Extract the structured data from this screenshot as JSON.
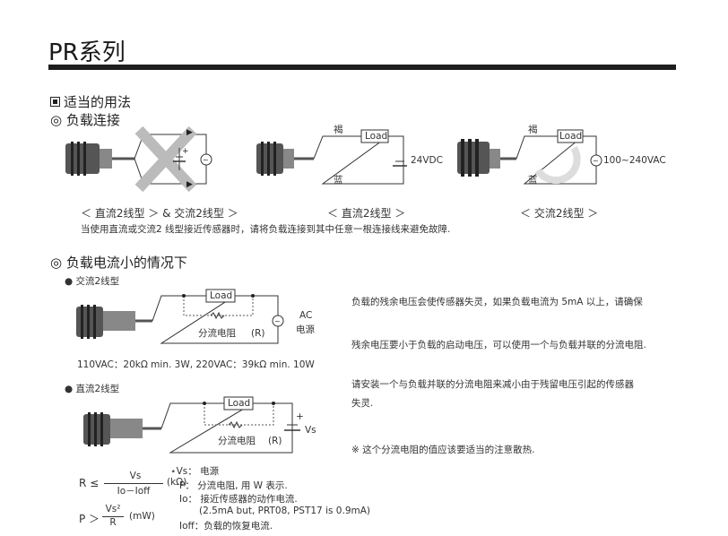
{
  "header": {
    "title": "PR系列"
  },
  "section1": {
    "heading": "适当的用法",
    "subheading": "负载连接",
    "diagram_labels": {
      "brown": "褐",
      "blue": "蓝",
      "load": "Load",
      "dc_supply": "24VDC",
      "ac_supply": "100~240VAC"
    },
    "captions": {
      "caption1_a": "＜ 直流2线型 ＞",
      "amp": "&",
      "caption1_b": "交流2线型 ＞",
      "caption2": "＜ 直流2线型 ＞",
      "caption3": "＜ 交流2线型 ＞"
    },
    "note": "当使用直流或交流2 线型接近传感器时，请将负载连接到其中任意一根连接线来避免故障."
  },
  "section2": {
    "heading": "负载电流小的情况下",
    "ac_title": "交流2线型",
    "ac_labels": {
      "load": "Load",
      "shunt": "分流电阻",
      "r": "(R)",
      "ac": "AC",
      "power": "电源"
    },
    "ac_spec": "110VAC：20kΩ min. 3W, 220VAC：39kΩ min. 10W",
    "dc_title": "直流2线型",
    "dc_labels": {
      "load": "Load",
      "shunt": "分流电阻",
      "r": "(R)",
      "vs": "Vs",
      "plus": "+"
    },
    "right_text": {
      "p1": "负载的残余电压会使传感器失灵，如果负载电流为 5mA 以上，请确保",
      "p2": "残余电压要小于负载的启动电压，可以使用一个与负载并联的分流电阻.",
      "p3a": "请安装一个与负载并联的分流电阻来减小由于残留电压引起的传感器",
      "p3b": "失灵.",
      "p4": "※ 这个分流电阻的值应该要适当的注意散热."
    },
    "formula": {
      "r_lhs": "R ≤",
      "r_num": "Vs",
      "r_den": "Io－Ioff",
      "r_unit": "(kΩ)",
      "p_lhs": "P ＞",
      "p_num": "Vs²",
      "p_den": "R",
      "p_unit": "(mW)"
    },
    "legend": {
      "vs": "⋆Vs：  电源",
      "p": "P：   分流电阻, 用 W 表示.",
      "io": "Io：  接近传感器的动作电流.",
      "io_note": "(2.5mA but, PRT08, PST17 is 0.9mA)",
      "ioff": "Ioff：负载的恢复电流."
    }
  }
}
